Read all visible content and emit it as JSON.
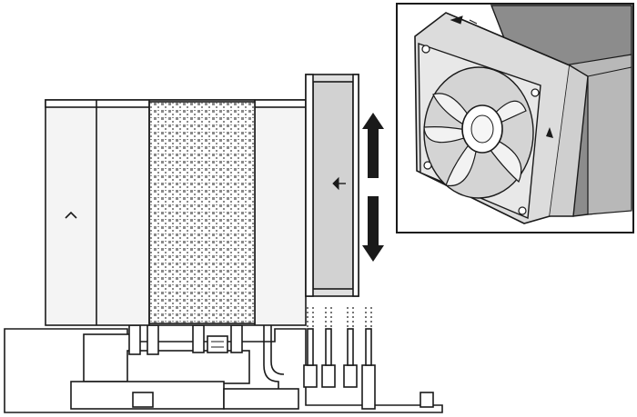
{
  "figure": {
    "main_view": "cpu-cooler-side-view",
    "inset_view": "cooler-fan-closeup",
    "arrows": [
      "up",
      "down"
    ],
    "colors": {
      "line": "#1a1a1a",
      "cooler_body": "#f0f0f0",
      "fan_frame": "#d9d9d9",
      "fan_blade": "#c9c9c9",
      "heatsink_fins": "#8a8a8a",
      "arrow": "#1a1a1a",
      "background": "#ffffff"
    }
  }
}
